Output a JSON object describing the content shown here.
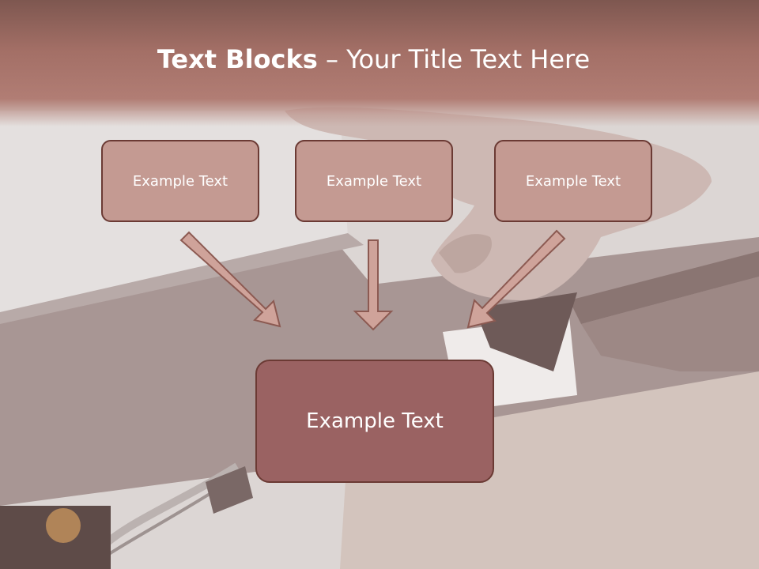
{
  "slide": {
    "title_bold": "Text Blocks",
    "title_rest": " – Your Title Text Here",
    "top_boxes": [
      "Example Text",
      "Example Text",
      "Example Text"
    ],
    "main_box": "Example Text"
  },
  "colors": {
    "title_band": "#a36f66",
    "box_fill": "#c49a92",
    "box_border": "#6b3a34",
    "main_box_fill": "#9a6262",
    "arrow_fill": "#cfa39a"
  }
}
